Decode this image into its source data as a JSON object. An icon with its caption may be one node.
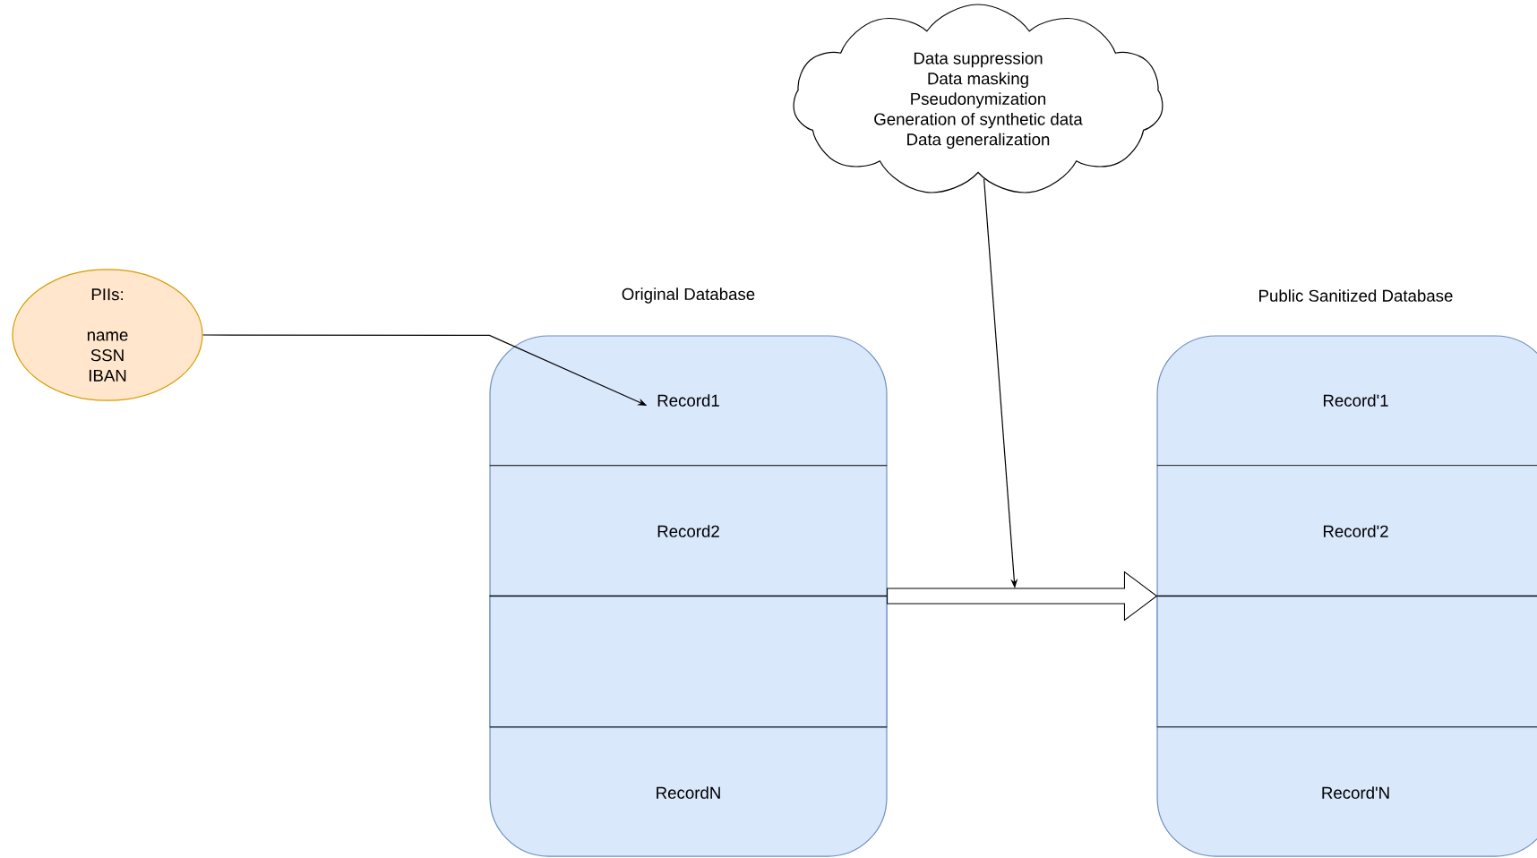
{
  "diagram": {
    "nodes": [
      {
        "text": [
          "PIIs:",
          "name",
          "SSN",
          "IBAN"
        ]
      },
      {
        "text": [
          "Original Database"
        ]
      },
      {
        "text": [
          "Record1"
        ],
        "in": 1
      },
      {
        "text": [
          "Record2"
        ],
        "in": 1
      },
      {
        "text": [],
        "shape": "box",
        "in": 1
      },
      {
        "text": [
          "RecordN"
        ],
        "in": 1
      },
      {
        "text": [
          "Public Sanitized Database"
        ]
      },
      {
        "text": [
          "Record'1"
        ],
        "in": 6
      },
      {
        "text": [
          "Record'2"
        ],
        "in": 6
      },
      {
        "text": [],
        "shape": "box",
        "in": 6
      },
      {
        "text": [
          "Record'N"
        ],
        "in": 6
      },
      {
        "text": [
          "Data suppression",
          "Data masking",
          "Pseudonymization",
          "Generation of synthetic data",
          "Data generalization"
        ]
      }
    ],
    "edges": [
      {
        "from": 0,
        "to": 2,
        "arrow": "to"
      },
      {
        "from": 1,
        "to": 6,
        "arrow": "to",
        "style": "thick"
      },
      {
        "from": 11,
        "to": null,
        "arrow": "to"
      }
    ]
  }
}
